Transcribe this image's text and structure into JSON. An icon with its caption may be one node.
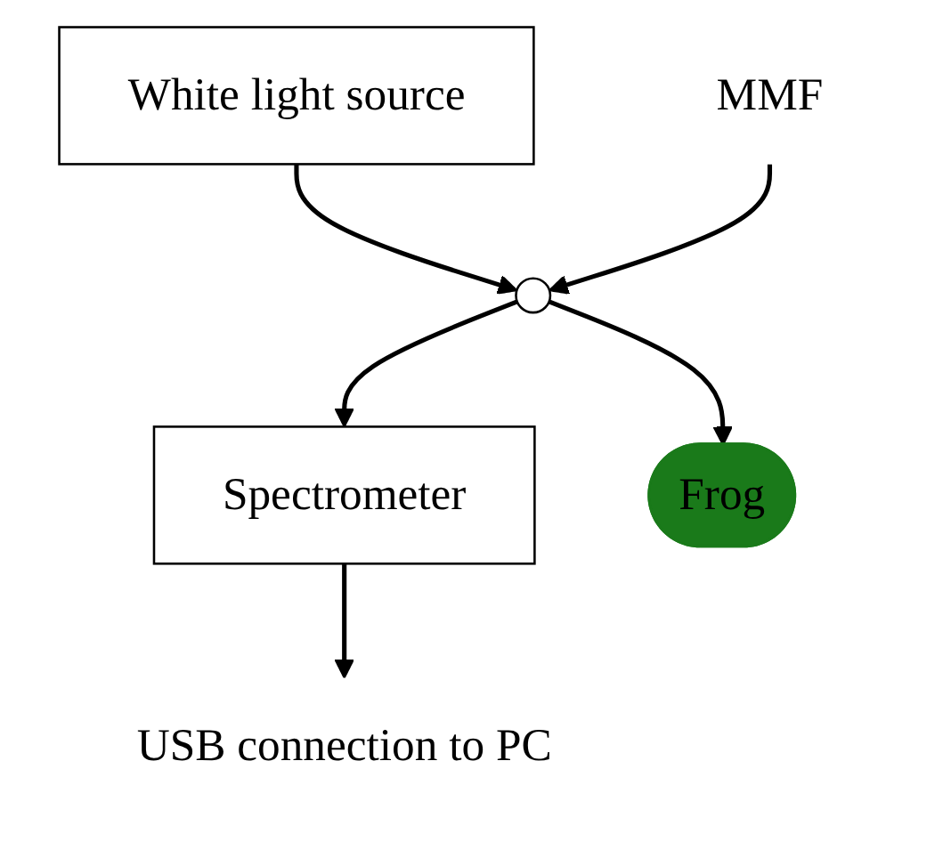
{
  "diagram": {
    "nodes": [
      {
        "text": [
          "White light source"
        ]
      },
      {
        "text": [
          "Spectrometer"
        ]
      },
      {
        "text": [],
        "shape": "circle"
      },
      {
        "text": [
          "Frog"
        ]
      },
      {
        "text": [
          "MMF"
        ]
      },
      {
        "text": [
          "USB connection to PC"
        ]
      }
    ],
    "edges": [
      {
        "from": 0,
        "to": 2,
        "arrow": "to"
      },
      {
        "from": 2,
        "to": 1,
        "arrow": "to"
      },
      {
        "from": 2,
        "to": 3,
        "arrow": "to"
      },
      {
        "from": 4,
        "to": 2,
        "arrow": "to"
      },
      {
        "from": 1,
        "to": 5,
        "arrow": "to"
      }
    ]
  }
}
